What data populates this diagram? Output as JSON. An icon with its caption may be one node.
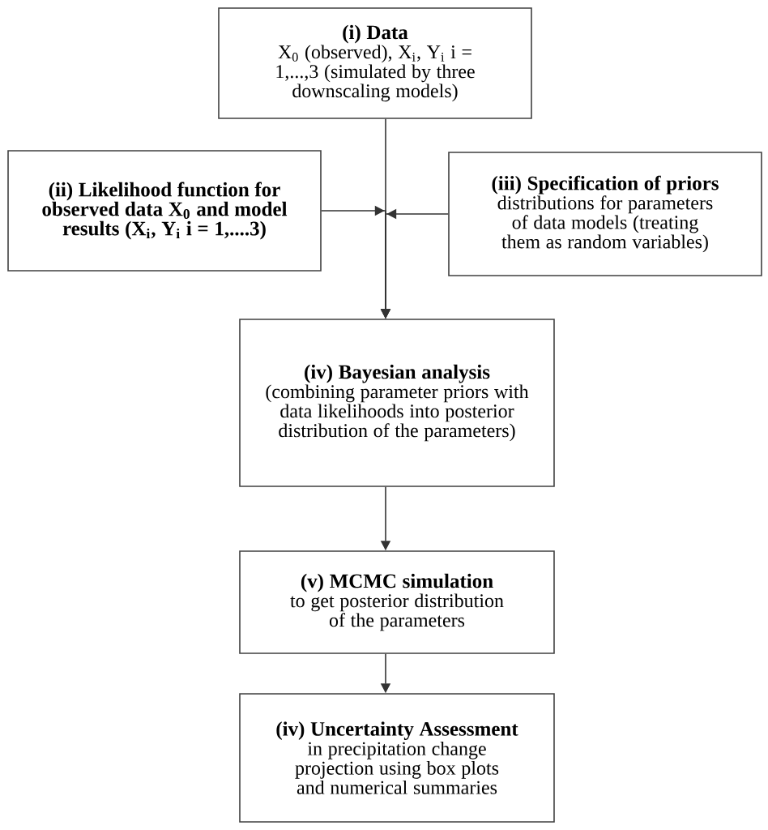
{
  "diagram": {
    "nodes": [
      {
        "text": [
          "(i) Data",
          "X$_{0}$ (observed), X$_{i}$, Y$_{i}$ i = 1,...,3 (simulated by three downscaling models)"
        ]
      },
      {
        "text": [
          "(ii) Likelihood function for observed data X$_{0}$ and model results (X$_{i}$, Y$_{i}$ i = 1,....3)"
        ]
      },
      {
        "text": [
          "(iii) Specification of priors",
          "distributions for parameters of data models (treating them as random variables)"
        ]
      },
      {
        "text": [
          "(iv) Bayesian analysis",
          "(combining parameter priors with data likelihoods into posterior distribution of the parameters)"
        ]
      },
      {
        "text": [
          "(v) MCMC simulation",
          "to get posterior distribution of the parameters"
        ]
      },
      {
        "text": [
          "(iv) Uncertainty Assessment",
          "in precipitation change projection using box plots and numerical summaries"
        ]
      }
    ],
    "edges": [
      {
        "from": 0,
        "to": 3,
        "arrow": "to"
      },
      {
        "from": 1,
        "to": 3,
        "arrow": "to"
      },
      {
        "from": 2,
        "to": 3,
        "arrow": "to"
      },
      {
        "from": 3,
        "to": 4,
        "arrow": "to"
      },
      {
        "from": 4,
        "to": 5,
        "arrow": "to"
      }
    ]
  }
}
